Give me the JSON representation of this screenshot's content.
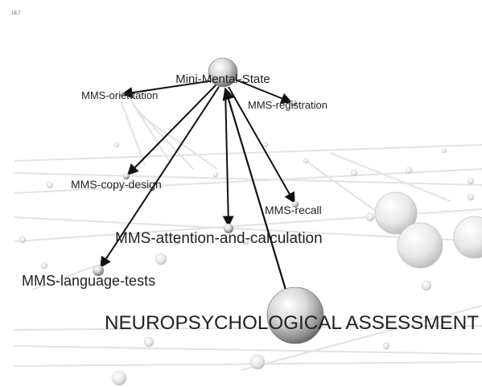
{
  "corner_label": "18.7",
  "diagram": {
    "root": "Mini-Mental-State",
    "title": "NEUROPSYCHOLOGICAL ASSESSMENT",
    "nodes": [
      {
        "id": "root",
        "label": "Mini-Mental-State"
      },
      {
        "id": "orientation",
        "label": "MMS-orientation"
      },
      {
        "id": "registration",
        "label": "MMS-registration"
      },
      {
        "id": "copy-design",
        "label": "MMS-copy-design"
      },
      {
        "id": "recall",
        "label": "MMS-recall"
      },
      {
        "id": "attention",
        "label": "MMS-attention-and-calculation"
      },
      {
        "id": "language",
        "label": "MMS-language-tests"
      },
      {
        "id": "neuro",
        "label": "NEUROPSYCHOLOGICAL ASSESSMENT"
      }
    ],
    "edges": [
      {
        "from": "root",
        "to": "orientation"
      },
      {
        "from": "root",
        "to": "registration"
      },
      {
        "from": "root",
        "to": "copy-design"
      },
      {
        "from": "root",
        "to": "recall"
      },
      {
        "from": "root",
        "to": "attention"
      },
      {
        "from": "root",
        "to": "language"
      },
      {
        "from": "neuro",
        "to": "root"
      }
    ]
  }
}
